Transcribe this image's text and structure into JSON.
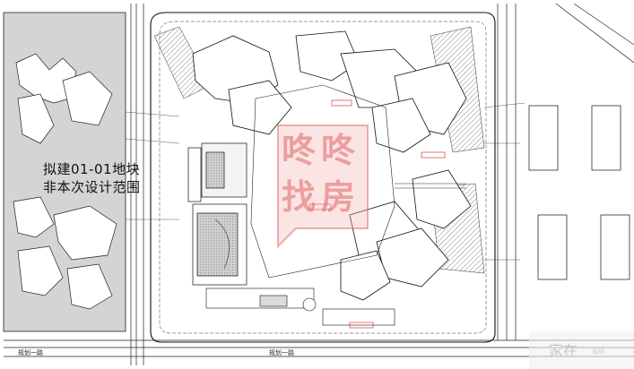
{
  "annotations": {
    "main_label_line1": "拟建01-01地块",
    "main_label_line2": "非本次设计范围"
  },
  "roads": {
    "bottom_left": "规划一路",
    "bottom_middle": "规划一路"
  },
  "watermark": {
    "stamp_chars": [
      "咚",
      "咚",
      "找",
      "房"
    ],
    "corner_text": "家在",
    "corner_small": "深圳"
  },
  "colors": {
    "line": "#1a1a1a",
    "hatch_gray": "#9a9a9a",
    "accent_red": "#d11a1a",
    "watermark_red": "#e06666"
  }
}
